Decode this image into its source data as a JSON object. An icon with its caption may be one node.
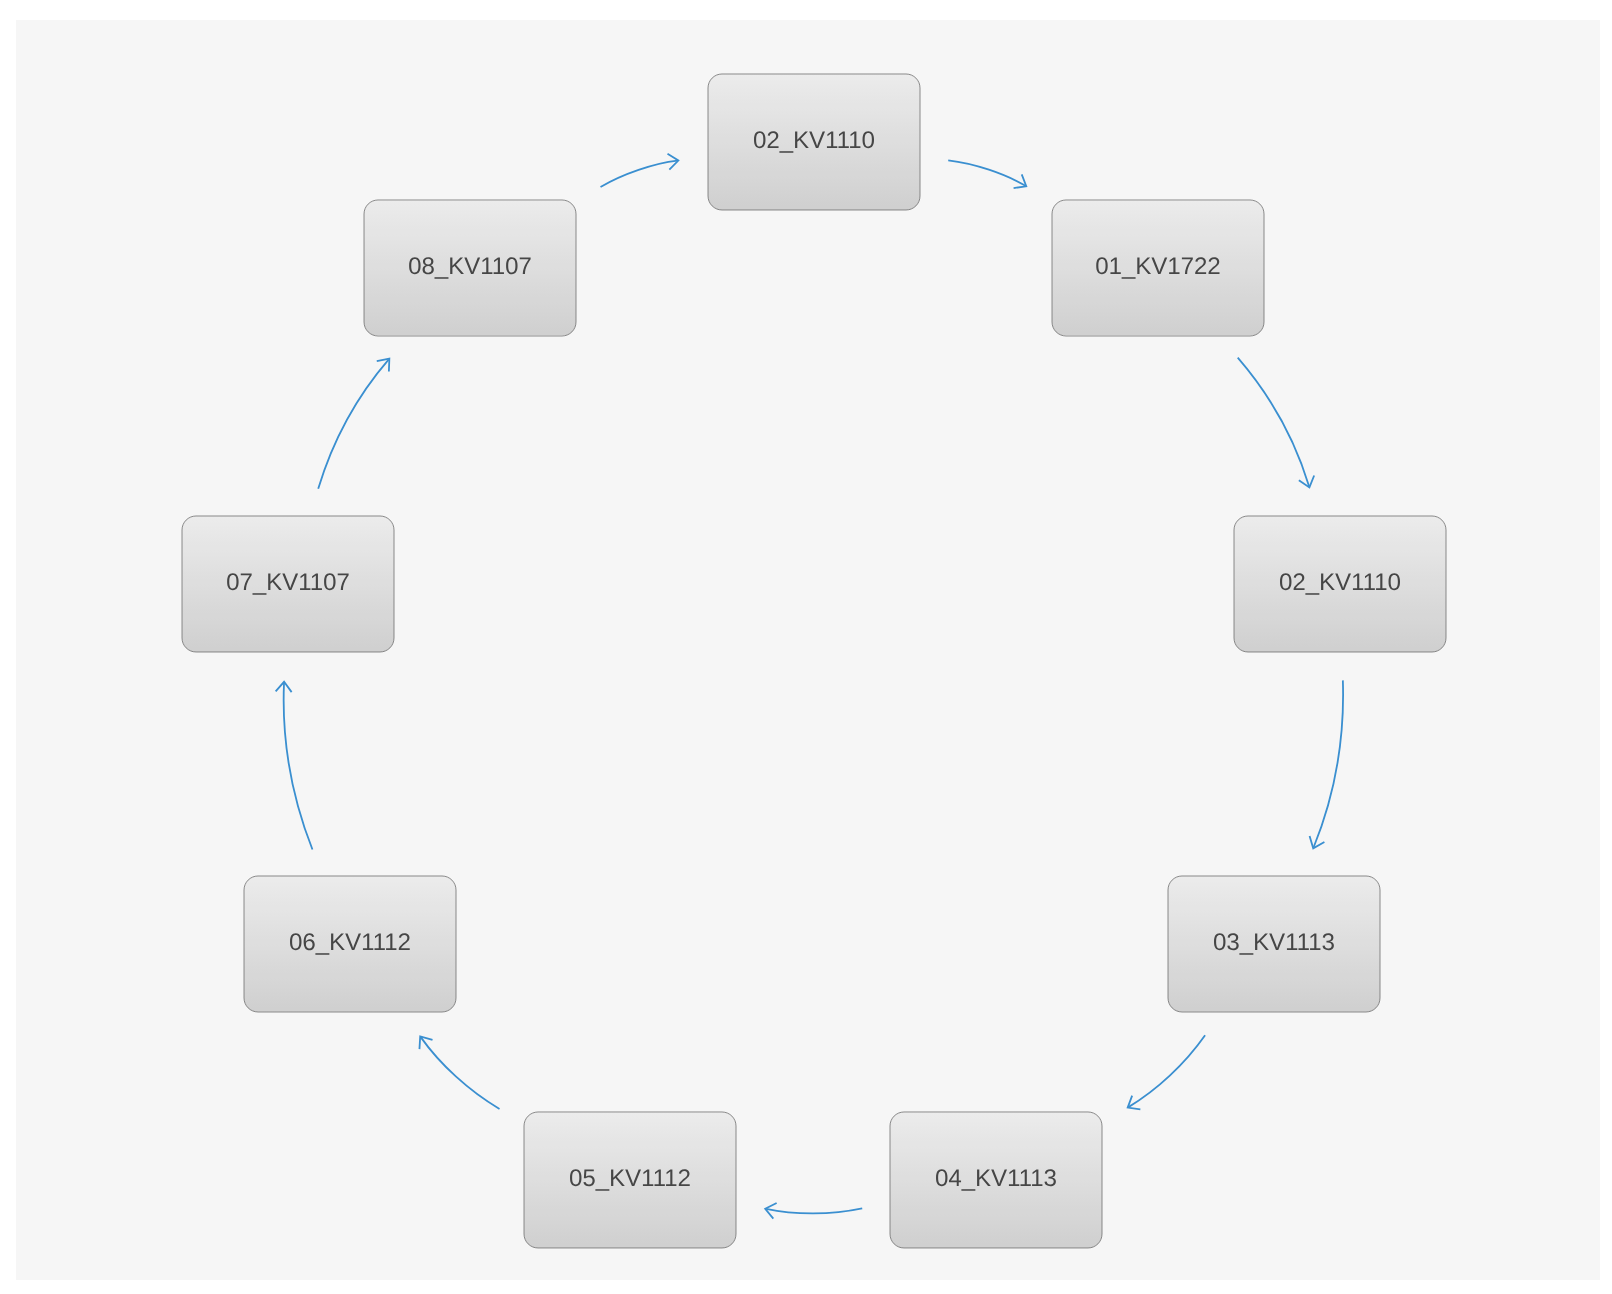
{
  "diagram": {
    "nodes": [
      {
        "text": [
          "02_KV1110"
        ]
      },
      {
        "text": [
          "01_KV1722"
        ]
      },
      {
        "text": [
          "02_KV1110"
        ]
      },
      {
        "text": [
          "03_KV1113"
        ]
      },
      {
        "text": [
          "04_KV1113"
        ]
      },
      {
        "text": [
          "05_KV1112"
        ]
      },
      {
        "text": [
          "06_KV1112"
        ]
      },
      {
        "text": [
          "07_KV1107"
        ]
      },
      {
        "text": [
          "08_KV1107"
        ]
      }
    ],
    "edges": [
      {
        "from": 0,
        "to": 1,
        "arrow": "to"
      },
      {
        "from": 1,
        "to": 2,
        "arrow": "to"
      },
      {
        "from": 2,
        "to": 3,
        "arrow": "to"
      },
      {
        "from": 3,
        "to": 4,
        "arrow": "to"
      },
      {
        "from": 4,
        "to": 5,
        "arrow": "to"
      },
      {
        "from": 5,
        "to": 6,
        "arrow": "to"
      },
      {
        "from": 6,
        "to": 7,
        "arrow": "to"
      },
      {
        "from": 7,
        "to": 8,
        "arrow": "to"
      },
      {
        "from": 8,
        "to": 0,
        "arrow": "to"
      }
    ]
  }
}
